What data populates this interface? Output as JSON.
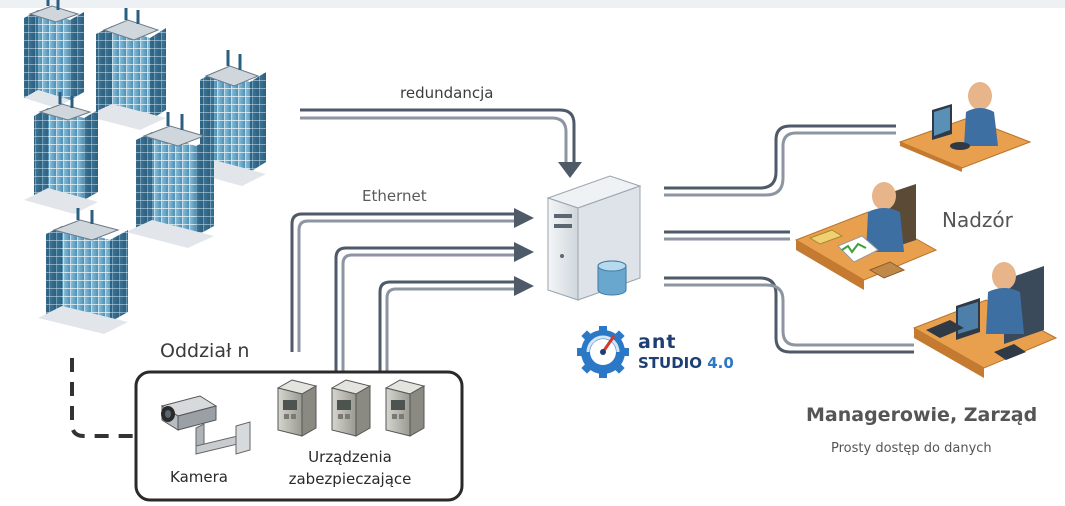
{
  "labels": {
    "redundancy": "redundancja",
    "ethernet": "Ethernet",
    "branch": "Oddział n",
    "camera": "Kamera",
    "security_devices_line1": "Urządzenia",
    "security_devices_line2": "zabezpieczające",
    "supervision": "Nadzór",
    "managers": "Managerowie, Zarząd",
    "easy_access": "Prosty dostęp do danych"
  },
  "logo": {
    "name": "ant",
    "product": "STUDIO",
    "version": "4.0"
  },
  "colors": {
    "connector": "#4f5a68",
    "building_glass": "#6aa7c8",
    "server": "#dfe4e8",
    "logo_blue": "#1d3f73",
    "accent_blue": "#2a78c6"
  },
  "icons": [
    "office-building-icon",
    "server-icon",
    "security-camera-icon",
    "security-device-icon",
    "workstation-user-icon",
    "ant-studio-logo-icon"
  ]
}
